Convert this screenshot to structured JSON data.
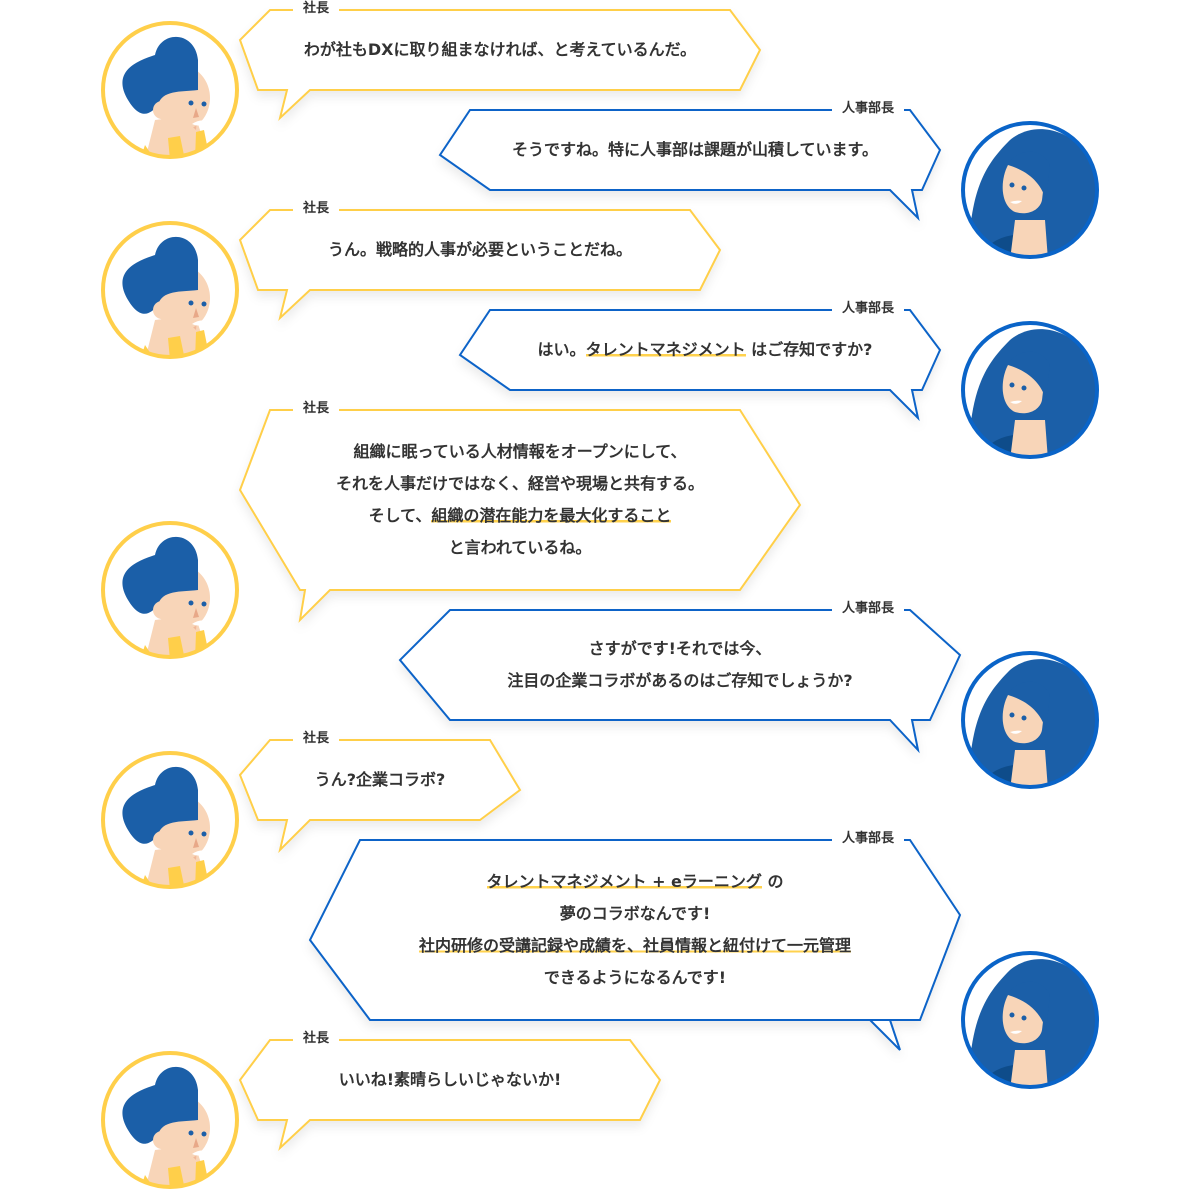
{
  "colors": {
    "president": "#ffcf4a",
    "hr": "#0a64c8",
    "hair": "#1b5fa8",
    "skin": "#f8d5b8",
    "text": "#333333"
  },
  "messages": [
    {
      "speaker": "社長",
      "role": "president",
      "lines": [
        [
          {
            "t": "わが社もDXに取り組まなければ、と考えているんだ。"
          }
        ]
      ]
    },
    {
      "speaker": "人事部長",
      "role": "hr",
      "lines": [
        [
          {
            "t": "そうですね。特に人事部は課題が山積しています。"
          }
        ]
      ]
    },
    {
      "speaker": "社長",
      "role": "president",
      "lines": [
        [
          {
            "t": "うん。戦略的人事が必要ということだね。"
          }
        ]
      ]
    },
    {
      "speaker": "人事部長",
      "role": "hr",
      "lines": [
        [
          {
            "t": "はい。"
          },
          {
            "t": "タレントマネジメント",
            "hl": true
          },
          {
            "t": " はご存知ですか?"
          }
        ]
      ]
    },
    {
      "speaker": "社長",
      "role": "president",
      "lines": [
        [
          {
            "t": "組織に眠っている人材情報をオープンにして、"
          }
        ],
        [
          {
            "t": "それを人事だけではなく、経営や現場と共有する。"
          }
        ],
        [
          {
            "t": "そして、"
          },
          {
            "t": "組織の潜在能力を最大化すること",
            "hl": true
          }
        ],
        [
          {
            "t": "と言われているね。"
          }
        ]
      ]
    },
    {
      "speaker": "人事部長",
      "role": "hr",
      "lines": [
        [
          {
            "t": "さすがです!それでは今、"
          }
        ],
        [
          {
            "t": "注目の企業コラボがあるのはご存知でしょうか?"
          }
        ]
      ]
    },
    {
      "speaker": "社長",
      "role": "president",
      "lines": [
        [
          {
            "t": "うん?企業コラボ?"
          }
        ]
      ]
    },
    {
      "speaker": "人事部長",
      "role": "hr",
      "lines": [
        [
          {
            "t": "タレントマネジメント + eラーニング",
            "hl": true
          },
          {
            "t": " の"
          }
        ],
        [
          {
            "t": "夢のコラボなんです!"
          }
        ],
        [
          {
            "t": "社内研修の受講記録や成績を、社員情報と紐付けて一元管理",
            "hl": true
          }
        ],
        [
          {
            "t": "できるようになるんです!"
          }
        ]
      ]
    },
    {
      "speaker": "社長",
      "role": "president",
      "lines": [
        [
          {
            "t": "いいね!素晴らしいじゃないか!"
          }
        ]
      ]
    }
  ]
}
